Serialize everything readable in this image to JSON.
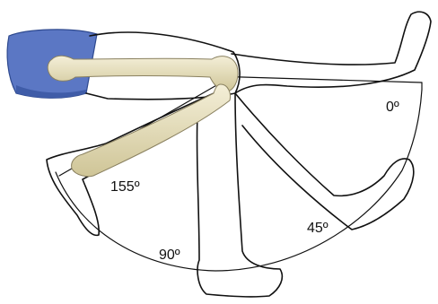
{
  "figure": {
    "angles": [
      {
        "id": "zero",
        "label": "0º"
      },
      {
        "id": "fortyfive",
        "label": "45º"
      },
      {
        "id": "ninety",
        "label": "90º"
      },
      {
        "id": "onefiftyfive",
        "label": "155º"
      }
    ]
  },
  "colors": {
    "shorts": "#5b77c4",
    "shorts_shadow": "#3f5ca8",
    "bone": "#e9e2bf",
    "bone_shadow": "#c9bf8f",
    "line": "#111111"
  }
}
